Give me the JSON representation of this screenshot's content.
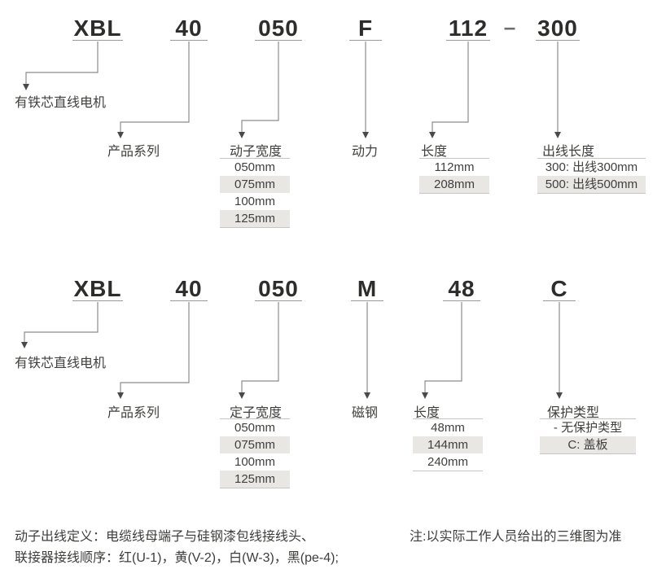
{
  "colors": {
    "background": "#ffffff",
    "code_text": "#2d2d2b",
    "label_text": "#3f3f3d",
    "connector_line": "#8c8c8a",
    "row_alt_background": "#e8e7e4",
    "hairline": "#c6c5c3"
  },
  "top_diagram": {
    "separator": "–",
    "code_parts": [
      {
        "code": "XBL",
        "label": "有铁芯直线电机",
        "options": []
      },
      {
        "code": "40",
        "label": "产品系列",
        "options": []
      },
      {
        "code": "050",
        "label": "动子宽度",
        "options": [
          "050mm",
          "075mm",
          "100mm",
          "125mm"
        ]
      },
      {
        "code": "F",
        "label": "动力",
        "options": []
      },
      {
        "code": "112",
        "label": "长度",
        "options": [
          "112mm",
          "208mm"
        ]
      },
      {
        "code": "300",
        "label": "出线长度",
        "options": [
          "300: 出线300mm",
          "500: 出线500mm"
        ]
      }
    ]
  },
  "bottom_diagram": {
    "code_parts": [
      {
        "code": "XBL",
        "label": "有铁芯直线电机",
        "options": []
      },
      {
        "code": "40",
        "label": "产品系列",
        "options": []
      },
      {
        "code": "050",
        "label": "定子宽度",
        "options": [
          "050mm",
          "075mm",
          "100mm",
          "125mm"
        ]
      },
      {
        "code": "M",
        "label": "磁钢",
        "options": []
      },
      {
        "code": "48",
        "label": "长度",
        "options": [
          "48mm",
          "144mm",
          "240mm"
        ]
      },
      {
        "code": "C",
        "label": "保护类型",
        "options": [
          "- 无保护类型",
          "C: 盖板"
        ]
      }
    ]
  },
  "footnotes": {
    "line1": "动子出线定义：电缆线母端子与硅钢漆包线接线头、",
    "line2": "联接器接线顺序：红(U-1)，黄(V-2)，白(W-3)，黑(pe-4);",
    "note": "注:以实际工作人员给出的三维图为准"
  }
}
